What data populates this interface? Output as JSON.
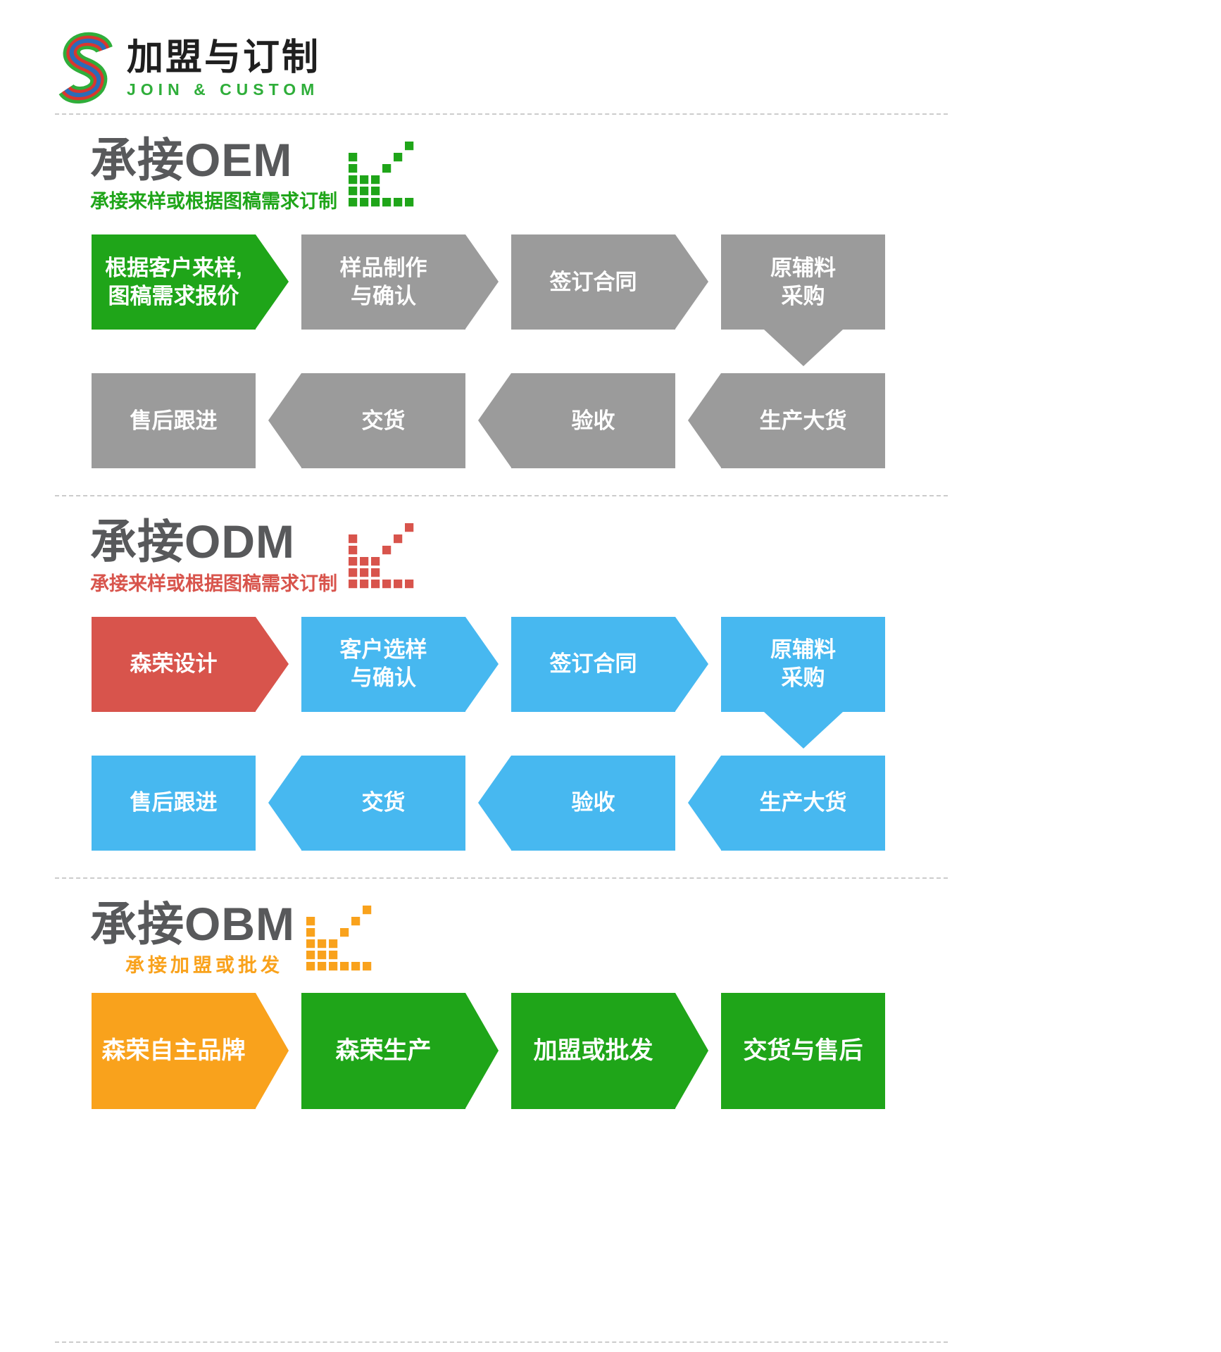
{
  "logo": {
    "title": "加盟与订制",
    "subtitle": "JOIN & CUSTOM"
  },
  "icons": {
    "logo_mark": "tri-color-s-logo",
    "section_icon": "pixel-bar-chart-arrow-down-left"
  },
  "colors": {
    "green": "#1fa519",
    "gray_box": "#9b9b9b",
    "title_gray": "#58595b",
    "red": "#d8544c",
    "blue": "#47b8f0",
    "orange": "#f9a21c",
    "logo_green": "#2fae3a",
    "logo_red": "#d8372f",
    "logo_blue": "#2b6cb8",
    "divider": "#cccccc",
    "logo_text": "#1f1f1f"
  },
  "sections": [
    {
      "title": "承接OEM",
      "subtitle": "承接来样或根据图稿需求订制",
      "rows": [
        {
          "boxes": [
            {
              "l1": "根据客户来样,",
              "l2": "图稿需求报价"
            },
            {
              "l1": "样品制作",
              "l2": "与确认"
            },
            {
              "l1": "签订合同"
            },
            {
              "l1": "原辅料",
              "l2": "采购"
            }
          ]
        },
        {
          "boxes": [
            {
              "l1": "售后跟进"
            },
            {
              "l1": "交货"
            },
            {
              "l1": "验收"
            },
            {
              "l1": "生产大货"
            }
          ]
        }
      ]
    },
    {
      "title": "承接ODM",
      "subtitle": "承接来样或根据图稿需求订制",
      "rows": [
        {
          "boxes": [
            {
              "l1": "森荣设计"
            },
            {
              "l1": "客户选样",
              "l2": "与确认"
            },
            {
              "l1": "签订合同"
            },
            {
              "l1": "原辅料",
              "l2": "采购"
            }
          ]
        },
        {
          "boxes": [
            {
              "l1": "售后跟进"
            },
            {
              "l1": "交货"
            },
            {
              "l1": "验收"
            },
            {
              "l1": "生产大货"
            }
          ]
        }
      ]
    },
    {
      "title": "承接OBM",
      "subtitle": "承接加盟或批发",
      "rows": [
        {
          "boxes": [
            {
              "l1": "森荣自主品牌"
            },
            {
              "l1": "森荣生产"
            },
            {
              "l1": "加盟或批发"
            },
            {
              "l1": "交货与售后"
            }
          ]
        }
      ]
    }
  ]
}
